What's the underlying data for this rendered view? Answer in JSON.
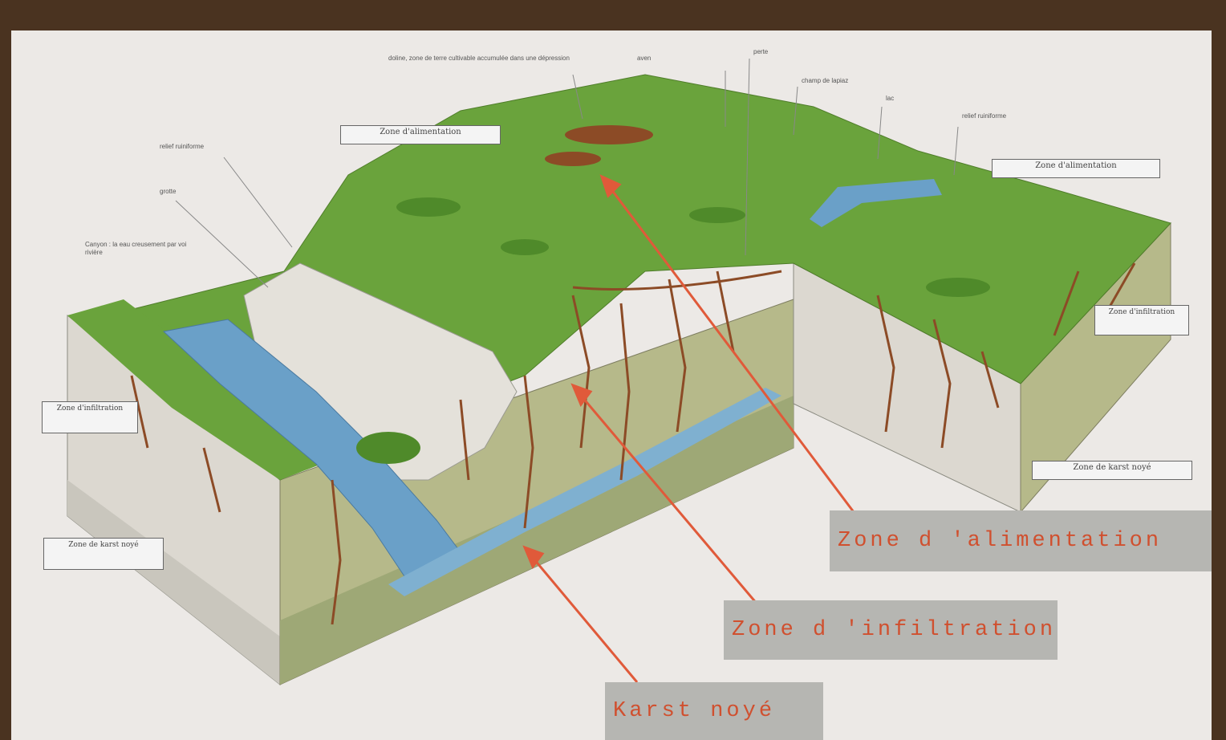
{
  "colors": {
    "grass": "#6aa33c",
    "rock": "#d8d4cc",
    "water": "#6aa0c8",
    "karst": "#8c4b26",
    "arrow": "#e05a3a",
    "callout_bg": "#b6b6b2",
    "callout_text": "#d0502f"
  },
  "labels": {
    "top_depression": "doline, zone de terre cultivable accumulée dans une dépression",
    "top_aven": "aven",
    "top_perte": "perte",
    "top_champ": "champ de lapiaz",
    "top_lac": "lac",
    "top_relief": "relief ruiniforme",
    "left_relief": "relief ruiniforme",
    "left_grotte": "grotte",
    "left_canyon": "Canyon : la eau creusement par voi rivière"
  },
  "box_labels": {
    "zone_alim_top": "Zone d'alimentation",
    "zone_alim_right": "Zone d'alimentation",
    "zone_infil_left": "Zone d'infiltration",
    "zone_infil_right": "Zone d'infiltration",
    "zone_karst_left": "Zone de karst noyé",
    "zone_karst_right": "Zone de karst noyé"
  },
  "callouts": {
    "alimentation": "Zone d 'alimentation",
    "infiltration": "Zone d 'infiltration",
    "karst": "Karst noyé"
  }
}
